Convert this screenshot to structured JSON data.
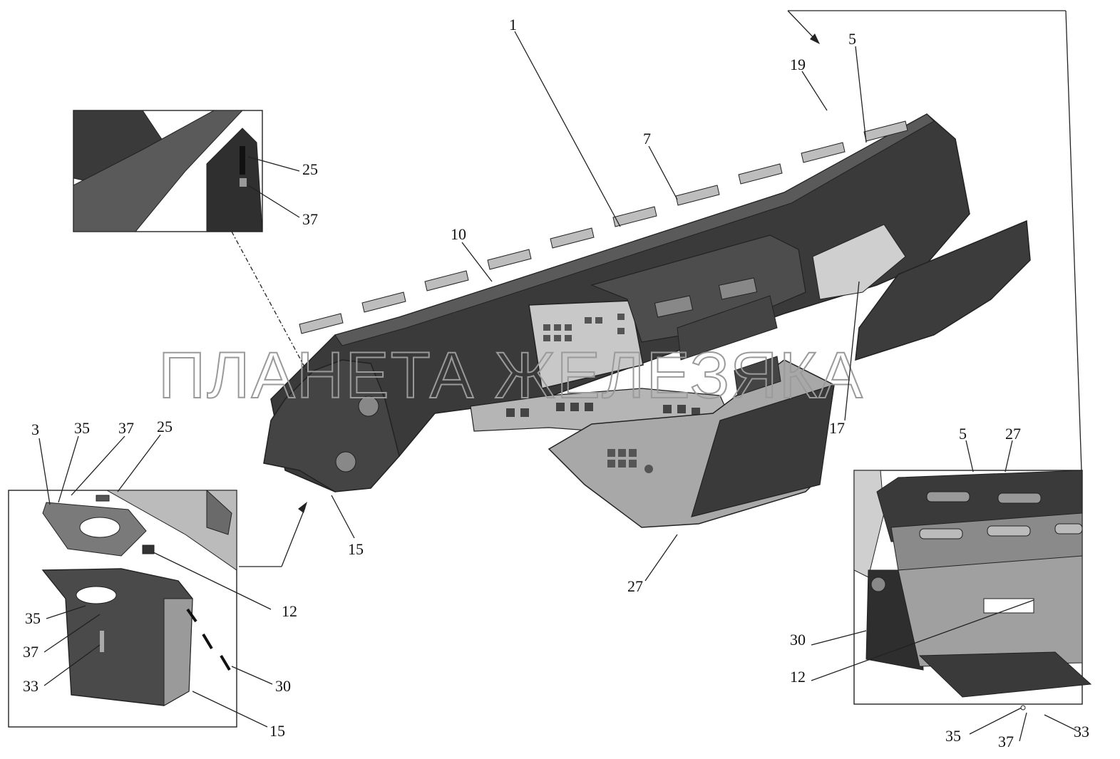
{
  "watermark": "ПЛАНЕТА ЖЕЛЕЗЯКА",
  "colors": {
    "panel_dark": "#3a3a3a",
    "panel_mid": "#6e6e6e",
    "panel_light": "#b8b8b8",
    "line": "#222222",
    "watermark": "#9a9a9a"
  },
  "labels": {
    "main": {
      "l1": "1",
      "l5": "5",
      "l19": "19",
      "l7": "7",
      "l10": "10",
      "l17": "17",
      "l15": "15",
      "l27": "27"
    },
    "inset_top_left": {
      "l25": "25",
      "l37": "37"
    },
    "inset_bottom_left": {
      "l3": "3",
      "l35a": "35",
      "l37a": "37",
      "l25": "25",
      "l12": "12",
      "l35b": "35",
      "l37b": "37",
      "l33": "33",
      "l30": "30",
      "l15": "15"
    },
    "inset_right": {
      "l5": "5",
      "l27": "27",
      "l30": "30",
      "l12": "12",
      "l35": "35",
      "l37": "37",
      "l33": "33"
    }
  }
}
